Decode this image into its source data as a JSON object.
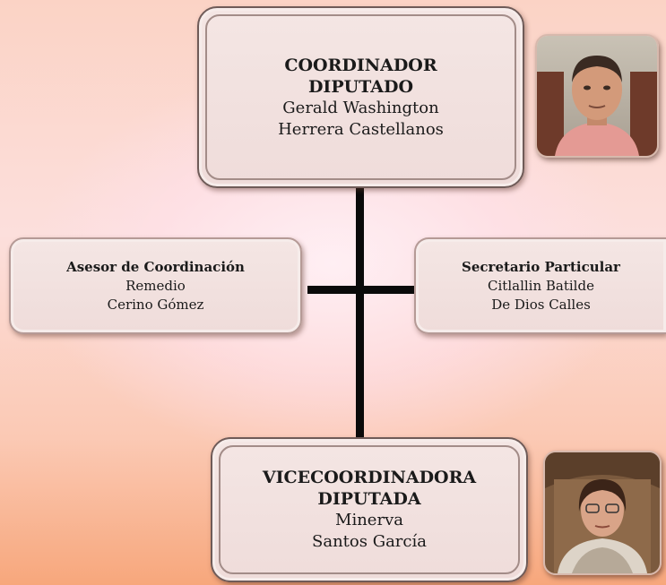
{
  "top": {
    "title_line1": "COORDINADOR",
    "title_line2": "DIPUTADO",
    "name_line1": "Gerald Washington",
    "name_line2": "Herrera Castellanos"
  },
  "left": {
    "title": "Asesor de Coordinación",
    "name_line1": "Remedio",
    "name_line2": "Cerino Gómez"
  },
  "right": {
    "title": "Secretario Particular",
    "name_line1": "Citlallin Batilde",
    "name_line2": "De Dios Calles"
  },
  "bottom": {
    "title_line1": "VICECOORDINADORA",
    "title_line2": "DIPUTADA",
    "name_line1": "Minerva",
    "name_line2": "Santos García"
  },
  "icons": {
    "top_photo": "portrait-photo-man",
    "bottom_photo": "portrait-photo-woman"
  }
}
